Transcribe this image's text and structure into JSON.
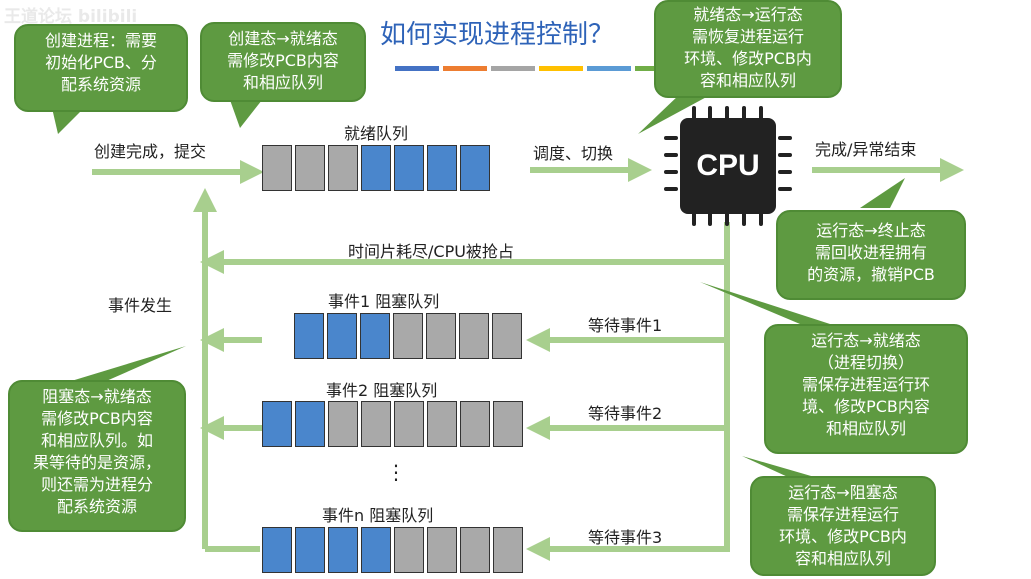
{
  "title": "如何实现进程控制？",
  "watermark": "王道论坛 bilibili",
  "title_bar_colors": [
    "#4472c4",
    "#ed7d31",
    "#a5a5a5",
    "#ffc000",
    "#5b9bd5",
    "#70ad47"
  ],
  "colors": {
    "bubble": "#5e9a41",
    "arrow": "#a8cf8e",
    "queue_blue": "#4a86cc",
    "queue_gray": "#a9a9a9",
    "title": "#2e63b8"
  },
  "bubbles": {
    "create": "创建进程：需要\n初始化PCB、分\n配系统资源",
    "create_ready": "创建态→就绪态\n需修改PCB内容\n和相应队列",
    "ready_running": "就绪态→运行态\n需恢复进程运行\n环境、修改PCB内\n容和相应队列",
    "running_terminated": "运行态→终止态\n需回收进程拥有\n的资源，撤销PCB",
    "running_ready": "运行态→就绪态\n（进程切换）\n需保存进程运行环\n境、修改PCB内容\n和相应队列",
    "blocked_ready": "阻塞态→就绪态\n需修改PCB内容\n和相应队列。如\n果等待的是资源，\n则还需为进程分\n配系统资源",
    "running_blocked": "运行态→阻塞态\n需保存进程运行\n环境、修改PCB内\n容和相应队列"
  },
  "labels": {
    "create_done": "创建完成，提交",
    "ready_queue": "就绪队列",
    "dispatch": "调度、切换",
    "cpu": "CPU",
    "finish": "完成/异常结束",
    "timeslice": "时间片耗尽/CPU被抢占",
    "event_occurs": "事件发生",
    "event1_queue": "事件1 阻塞队列",
    "event2_queue": "事件2 阻塞队列",
    "eventn_queue": "事件n 阻塞队列",
    "wait1": "等待事件1",
    "wait2": "等待事件2",
    "wait3": "等待事件3",
    "ellipsis": "⋮"
  },
  "queues": {
    "ready": [
      "gray",
      "gray",
      "gray",
      "blue",
      "blue",
      "blue",
      "blue"
    ],
    "event1": [
      "blue",
      "blue",
      "blue",
      "gray",
      "gray",
      "gray",
      "gray"
    ],
    "event2": [
      "blue",
      "blue",
      "gray",
      "gray",
      "gray",
      "gray",
      "gray",
      "gray"
    ],
    "eventn": [
      "blue",
      "blue",
      "blue",
      "blue",
      "gray",
      "gray",
      "gray",
      "gray"
    ]
  }
}
